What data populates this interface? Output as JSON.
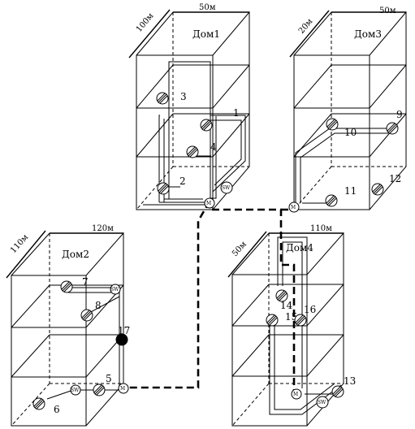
{
  "buildings": [
    {
      "name": "Дом1",
      "depth_label": "100м",
      "width_label": "50м"
    },
    {
      "name": "Дом3",
      "depth_label": "20м",
      "width_label": "50м"
    },
    {
      "name": "Дом2",
      "depth_label": "110м",
      "width_label": "120м"
    },
    {
      "name": "Дом4",
      "depth_label": "50м",
      "width_label": "110м"
    }
  ],
  "workstations": [
    "1",
    "2",
    "3",
    "4",
    "5",
    "6",
    "7",
    "8",
    "9",
    "10",
    "11",
    "12",
    "13",
    "14",
    "15",
    "16",
    "17"
  ],
  "device_labels": {
    "switch": "SW",
    "hub": "M"
  }
}
